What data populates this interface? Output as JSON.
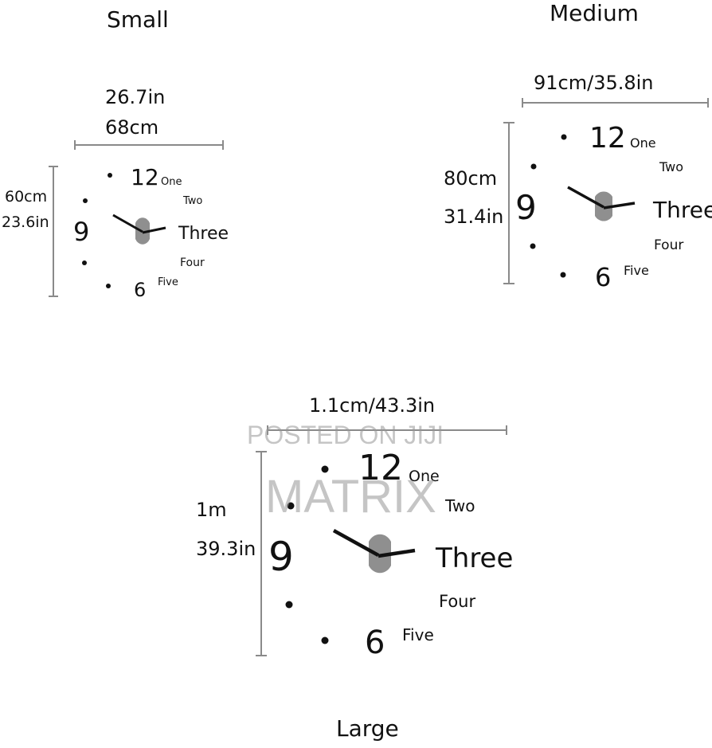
{
  "small": {
    "title": "Small",
    "width_in": "26.7in",
    "width_cm": "68cm",
    "height_cm": "60cm",
    "height_in": "23.6in"
  },
  "medium": {
    "title": "Medium",
    "width": "91cm/35.8in",
    "height_cm": "80cm",
    "height_in": "31.4in"
  },
  "large": {
    "title": "Large",
    "width": "1.1cm/43.3in",
    "height_cm": "1m",
    "height_in": "39.3in"
  },
  "clock_face": {
    "twelve": "12",
    "nine": "9",
    "six": "6",
    "one": "One",
    "two": "Two",
    "three": "Three",
    "four": "Four",
    "five": "Five"
  },
  "watermark": {
    "line1": "POSTED ON JIJI",
    "line2": "MATRIX"
  }
}
